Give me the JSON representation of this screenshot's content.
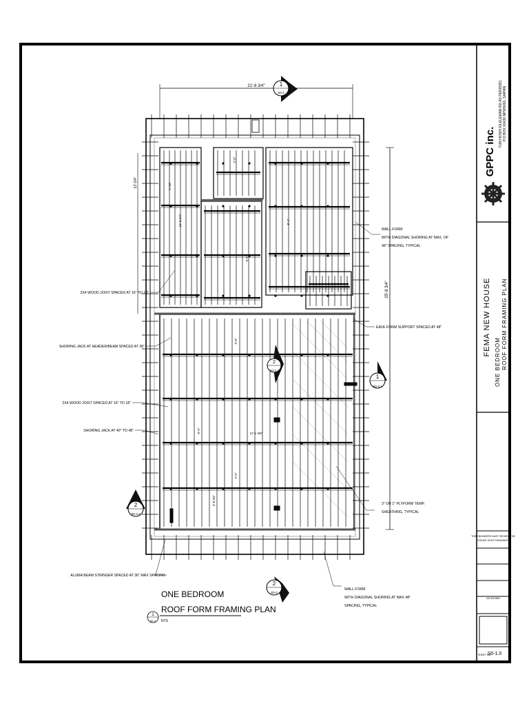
{
  "titleblock": {
    "company": "GPPC inc.",
    "address_line1": "TUN HOSHI KILELEMAN RD AS PERDIDO,",
    "address_line2": "P.O BOX 00430 NPW9000, SAIPAN",
    "project": "FEMA NEW HOUSE",
    "sheet_title_line1": "ONE BEDROOM",
    "sheet_title_line2": "ROOF FORM FRAMING PLAN",
    "note_line1": "THE ENGINEERS MUST REVIEW THE",
    "note_line2": "ISSUED SHOP DRAWINGS",
    "scale": "AS SHOWN",
    "sheet_no_label": "SHEET NO.",
    "sheet_no": "S0-1.0"
  },
  "drawing": {
    "title_line1": "ONE BEDROOM",
    "title_line2": "ROOF FORM FRAMING PLAN",
    "title_callout_num": "1",
    "title_callout_ref": "S0-1",
    "title_scale": "NTS",
    "overall_dim": "21'-8 3/4\"",
    "right_dim": "25'-8 3/4\"",
    "left_dim": "12'-3/4\""
  },
  "labels": {
    "joist_upper": "2X4 WOOD JOIST SPACED AT 16\" TO 18\"",
    "shoring_header": "SHORING JACK AT HEADER/BEAM SPACED AT 36\"",
    "joist_lower": "2X4 WOOD JOIST SPACED AT 16\" TO 18\"",
    "shoring_jack": "SHORING JACK AT 40\" TO 48\"",
    "aluma": "ALUMA BEAM STRINGER SPACED AT 36\" MAX SPACING",
    "wall_form_top_1": "WALL FORM",
    "wall_form_top_2": "WITH DIAGONAL SHORING AT MAX. OF",
    "wall_form_top_3": "48\" SPACING, TYPICAL",
    "eave": "EAVE FORM SUPPORT SPACED AT 48\"",
    "plyform_1": "3\" OR 1\" PLYFORM TEMP.",
    "plyform_2": "SHEATHING, TYPICAL",
    "wall_form_bot_1": "WALL FORM",
    "wall_form_bot_2": "WITH DIAGONAL SHORING AT MAX 48\"",
    "wall_form_bot_3": "SPACING, TYPICAL"
  },
  "callouts": {
    "top": {
      "num": "1",
      "ref": "S0-2"
    },
    "right": {
      "num": "1",
      "ref": "S0-3.1"
    },
    "left": {
      "num": "2",
      "ref": "S0-3.2"
    },
    "bottom": {
      "num": "2",
      "ref": "S0-2"
    },
    "center": {
      "num": "2",
      "ref": "S0-3.1"
    }
  },
  "dims": {
    "d1": "1'-10\"",
    "d2": "12'-3 1/4\"",
    "d3": "2'-0\"",
    "d4": "9'-9\"",
    "d5": "8'-4\"",
    "d6": "3'-8\"",
    "d7": "2'-6\"",
    "d8": "11'-1 3/8\"",
    "d9": "8'-9\"",
    "d10": "3'-8 3/4\""
  }
}
